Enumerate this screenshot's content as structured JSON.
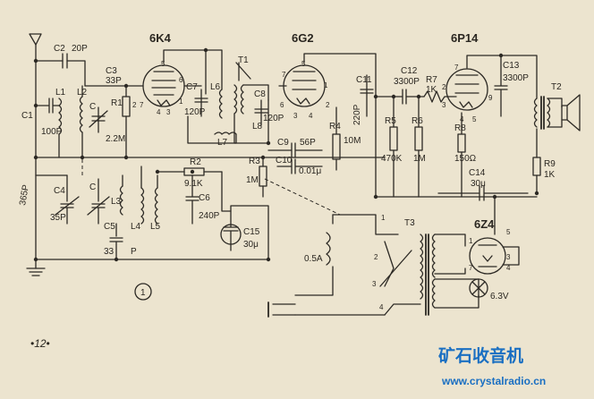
{
  "tubes": {
    "t6k4": "6K4",
    "t6g2": "6G2",
    "t6p14": "6P14",
    "t6z4": "6Z4"
  },
  "components": {
    "c1": "C1",
    "c1_val": "100P",
    "c2": "C2",
    "c2_val": "20P",
    "c3": "C3",
    "c3_val": "33P",
    "l1": "L1",
    "l2": "L2",
    "c_tune1": "C",
    "r1": "R1",
    "r1_val": "2.2M",
    "l6": "L6",
    "c7": "C7",
    "c7_val": "120P",
    "l7": "L7",
    "t1": "T1",
    "c8": "C8",
    "c8_val": "120P",
    "l8": "L8",
    "c9": "C9",
    "c9_val": "56P",
    "c10": "C10",
    "c10_val": "0.01μ",
    "r3": "R3",
    "r3_val": "1M",
    "r4": "R4",
    "r4_val": "10M",
    "c11": "C11",
    "c11_val": "220P",
    "c12": "C12",
    "c12_val": "3300P",
    "r7": "R7",
    "r7_val": "1K",
    "c13": "C13",
    "c13_val": "3300P",
    "r5": "R5",
    "r5_val": "470K",
    "r6": "R6",
    "r6_val": "1M",
    "r8": "R8",
    "r8_val": "150Ω",
    "c14": "C14",
    "c14_val": "30μ",
    "t2": "T2",
    "r9": "R9",
    "r9_val": "1K",
    "c4": "C4",
    "c4_val": "35P",
    "c4_trim": "365P",
    "c_tune2": "C",
    "l3": "L3",
    "c5": "C5",
    "c5_val": "33",
    "c5_unit": "P",
    "l4": "L4",
    "l5": "L5",
    "r2": "R2",
    "r2_val": "9.1K",
    "c6": "C6",
    "c6_val": "240P",
    "c15": "C15",
    "c15_val": "30μ",
    "fuse": "0.5A",
    "t3": "T3",
    "lamp_v": "6.3V"
  },
  "pins": {
    "k4_5": "5",
    "k4_6": "6",
    "k4_2": "2",
    "k4_7": "7",
    "k4_1": "1",
    "k4_4": "4",
    "k4_3": "3",
    "g2_5": "5",
    "g2_7": "7",
    "g2_1": "1",
    "g2_6": "6",
    "g2_2": "2",
    "g2_3": "3",
    "g2_4": "4",
    "p14_7": "7",
    "p14_2": "2",
    "p14_3": "3",
    "p14_9": "9",
    "p14_4": "4",
    "p14_5": "5",
    "z4_5": "5",
    "z4_1": "1",
    "z4_3": "3",
    "z4_4": "4",
    "z4_7": "7",
    "sw_1": "1",
    "sw_2": "2",
    "sw_3": "3",
    "sw_4": "4"
  },
  "page": {
    "figure_number": "1",
    "page_number": "•12•"
  },
  "watermark": {
    "brand": "矿石收音机",
    "url": "www.crystalradio.cn"
  }
}
